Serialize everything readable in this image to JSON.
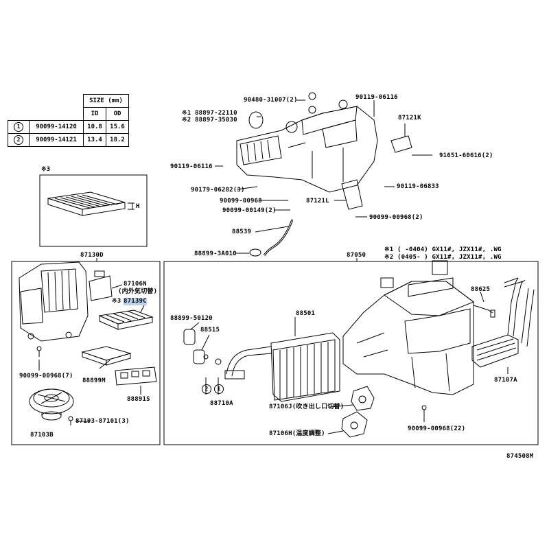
{
  "size_table": {
    "header": "SIZE (mm)",
    "col_id": "ID",
    "col_od": "OD",
    "rows": [
      {
        "mark": "1",
        "part": "90099-14120",
        "id": "10.8",
        "od": "15.6"
      },
      {
        "mark": "2",
        "part": "90099-14121",
        "id": "13.4",
        "od": "18.2"
      }
    ]
  },
  "filter_note": "※3",
  "filter_dim": "H",
  "top_labels": {
    "p90480": "90480-31007(2)",
    "p90119_a": "90119-06116",
    "note1_a": "※1 88897-22110",
    "note2_a": "※2 88897-35030",
    "p87121k": "87121K",
    "p90119_b": "90119-06116",
    "p91651": "91651-60616(2)",
    "p90179": "90179-06282(3)",
    "p90119_c": "90119-06833",
    "p90099_a": "90099-00968",
    "p87121l": "87121L",
    "p90099_b": "90099-00149(2)",
    "p90099_c": "90099-00968(2)",
    "p88539": "88539",
    "p88899_a": "88899-3A010"
  },
  "notes": {
    "n1": "※1 (      -0404) GX11#, JZX11#, .WG",
    "n2": "※2 (0405-      ) GX11#, JZX11#, .WG"
  },
  "left_box": {
    "title": "87130D",
    "p87106n": "87106N",
    "p87106n_desc": "(内外気切替)",
    "p87139c_prefix": "※3",
    "p87139c": "87139C",
    "p90099": "90099-00968(7)",
    "p88899m": "88899M",
    "p88891s": "88891S",
    "p87193": "87193-87101(3)",
    "p87103b": "87103B"
  },
  "right_box": {
    "title": "87050",
    "p88625": "88625",
    "p88899": "88899-50120",
    "p88501": "88501",
    "p88515": "88515",
    "p87107a": "87107A",
    "mark1": "1",
    "mark2": "2",
    "p88710a": "88710A",
    "p87106j": "87106J(吹き出し口切替)",
    "p90099": "90099-00968(22)",
    "p87106h": "87106H(温度調整)"
  },
  "diagram_id": "874508M",
  "colors": {
    "highlight": "#b9d3ef",
    "line": "#000000"
  }
}
